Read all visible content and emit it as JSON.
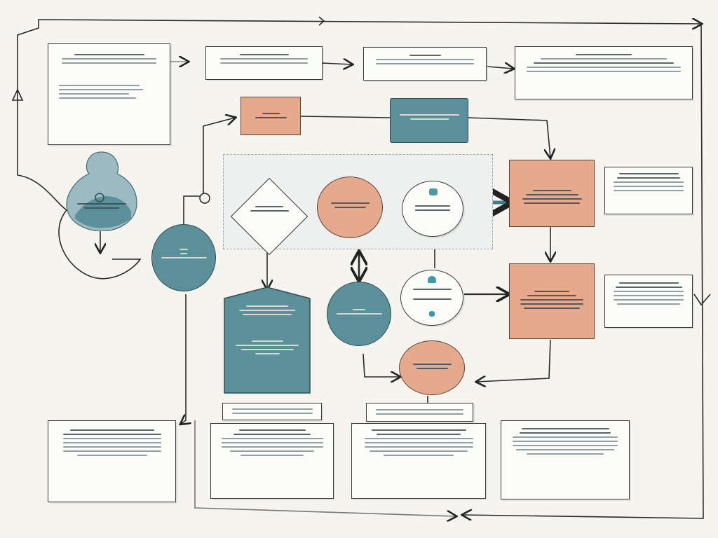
{
  "diagram": {
    "nodes": [
      {
        "id": "n1",
        "shape": "card",
        "label": ""
      },
      {
        "id": "n2",
        "shape": "card",
        "label": ""
      },
      {
        "id": "n3",
        "shape": "card",
        "label": ""
      },
      {
        "id": "n4",
        "shape": "card",
        "label": ""
      },
      {
        "id": "n5",
        "shape": "peach-box",
        "label": ""
      },
      {
        "id": "n6",
        "shape": "teal-box",
        "label": ""
      },
      {
        "id": "n7",
        "shape": "teal-circle",
        "label": ""
      },
      {
        "id": "n8",
        "shape": "teal-circle",
        "label": ""
      },
      {
        "id": "n9",
        "shape": "diamond",
        "label": ""
      },
      {
        "id": "n10",
        "shape": "peach-circle",
        "label": ""
      },
      {
        "id": "n11",
        "shape": "white-circle",
        "label": ""
      },
      {
        "id": "n12",
        "shape": "peach-box",
        "label": ""
      },
      {
        "id": "n13",
        "shape": "peach-box",
        "label": ""
      },
      {
        "id": "n14",
        "shape": "teal-pentagon",
        "label": ""
      },
      {
        "id": "n15",
        "shape": "teal-circle",
        "label": ""
      },
      {
        "id": "n16",
        "shape": "white-circle",
        "label": ""
      },
      {
        "id": "n17",
        "shape": "peach-circle",
        "label": ""
      },
      {
        "id": "n18",
        "shape": "card",
        "label": ""
      },
      {
        "id": "n19",
        "shape": "card",
        "label": ""
      },
      {
        "id": "n20",
        "shape": "card",
        "label": ""
      },
      {
        "id": "n21",
        "shape": "card",
        "label": ""
      },
      {
        "id": "n22",
        "shape": "card",
        "label": ""
      },
      {
        "id": "n23",
        "shape": "card",
        "label": ""
      }
    ],
    "colors": {
      "teal": "#5b8f99",
      "peach": "#e7a98b",
      "paper": "#f5f4ee",
      "ink": "#2b2b2b"
    },
    "icons": [
      "person-icon",
      "gear-icon",
      "chat-icon",
      "lightbulb-icon"
    ]
  }
}
